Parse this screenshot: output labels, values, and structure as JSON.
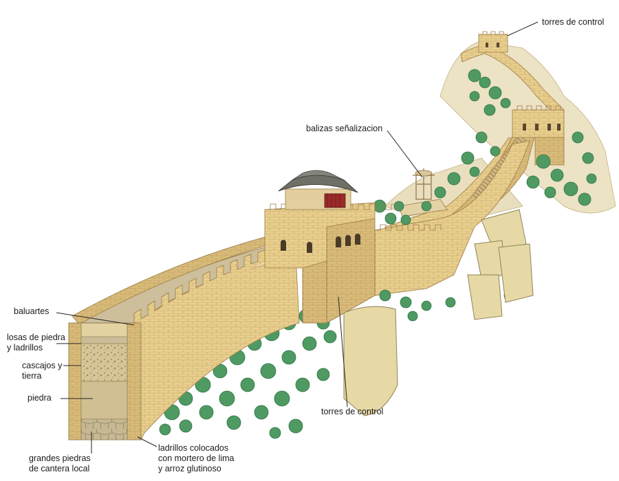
{
  "colors": {
    "wall_face": "#e8cf8e",
    "wall_shade": "#d4b46e",
    "wall_top": "#c9b894",
    "brick_line": "#b8955a",
    "rubble": "#cdbb8f",
    "stone": "#b9ab8c",
    "rock": "#e6d9a6",
    "hill": "#ece2c4",
    "tree": "#4f9a62",
    "tree_dark": "#2f7146",
    "roof": "#6e6f66",
    "roof_red": "#9b2a2a",
    "leader": "#222222"
  },
  "labels": {
    "torres_top": "torres de control",
    "balizas": "balizas señalizacion",
    "baluartes": "baluartes",
    "losas": [
      "losas de piedra",
      "y ladrillos"
    ],
    "cascajos": [
      "cascajos y",
      "tierra"
    ],
    "piedra": "piedra",
    "grandes": [
      "grandes piedras",
      "de cantera local"
    ],
    "ladrillos": [
      "ladrillos colocados",
      "con mortero de lima",
      "y arroz glutinoso"
    ],
    "torres_bottom": "torres de control"
  }
}
